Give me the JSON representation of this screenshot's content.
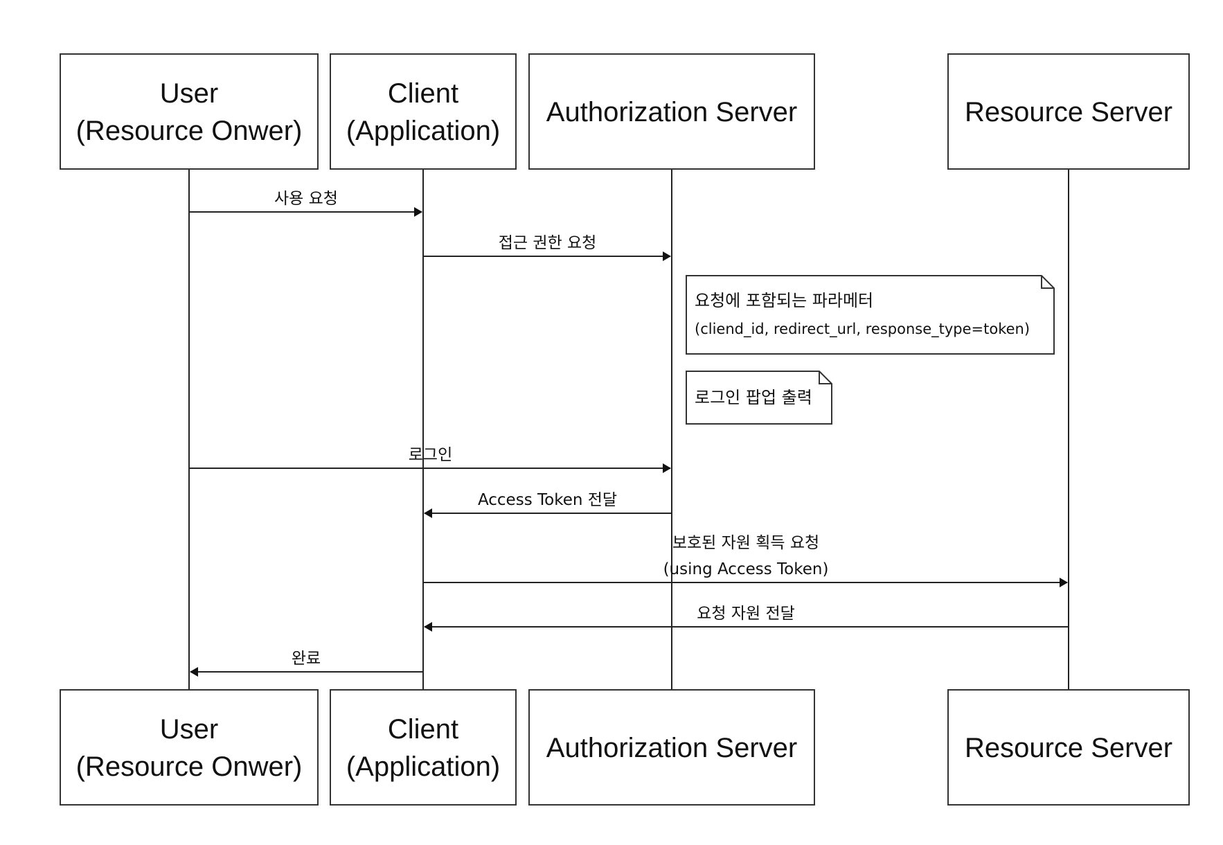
{
  "diagram": {
    "type": "sequence",
    "participants": [
      {
        "id": "user",
        "lines": [
          "User",
          "(Resource Onwer)"
        ]
      },
      {
        "id": "client",
        "lines": [
          "Client",
          "(Application)"
        ]
      },
      {
        "id": "auth",
        "lines": [
          "Authorization Server"
        ]
      },
      {
        "id": "resource",
        "lines": [
          "Resource Server"
        ]
      }
    ],
    "messages": [
      {
        "from": "user",
        "to": "client",
        "lines": [
          "사용 요청"
        ]
      },
      {
        "from": "client",
        "to": "auth",
        "lines": [
          "접근 권한 요청"
        ]
      },
      {
        "from": "user",
        "to": "auth",
        "lines": [
          "로그인"
        ]
      },
      {
        "from": "auth",
        "to": "client",
        "lines": [
          "Access Token 전달"
        ]
      },
      {
        "from": "client",
        "to": "resource",
        "lines": [
          "보호된 자원 획득 요청",
          "(using Access Token)"
        ]
      },
      {
        "from": "resource",
        "to": "client",
        "lines": [
          "요청 자원 전달"
        ]
      },
      {
        "from": "client",
        "to": "user",
        "lines": [
          "완료"
        ]
      }
    ],
    "notes": [
      {
        "anchor": "auth",
        "lines": [
          "요청에 포함되는 파라메터",
          "(cliend_id, redirect_url, response_type=token)"
        ]
      },
      {
        "anchor": "auth",
        "lines": [
          "로그인 팝업 출력"
        ]
      }
    ],
    "colors": {
      "line": "#222222",
      "box_border": "#333333",
      "background": "#ffffff"
    }
  }
}
